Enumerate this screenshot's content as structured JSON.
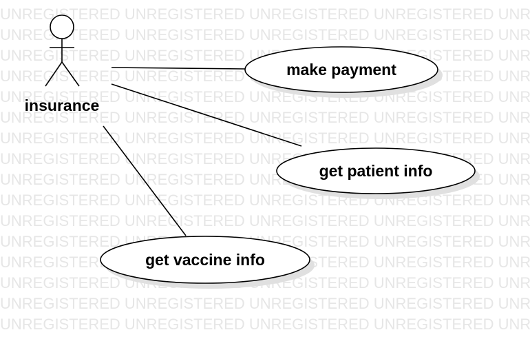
{
  "watermark": {
    "text": "UNREGISTERED"
  },
  "actor": {
    "name": "insurance"
  },
  "use_cases": [
    {
      "label": "make payment"
    },
    {
      "label": "get patient info"
    },
    {
      "label": "get vaccine info"
    }
  ],
  "colors": {
    "line": "#000000",
    "ellipse_fill": "#ffffff",
    "shadow": "#e0e0e0",
    "watermark": "#e6e6e6"
  }
}
